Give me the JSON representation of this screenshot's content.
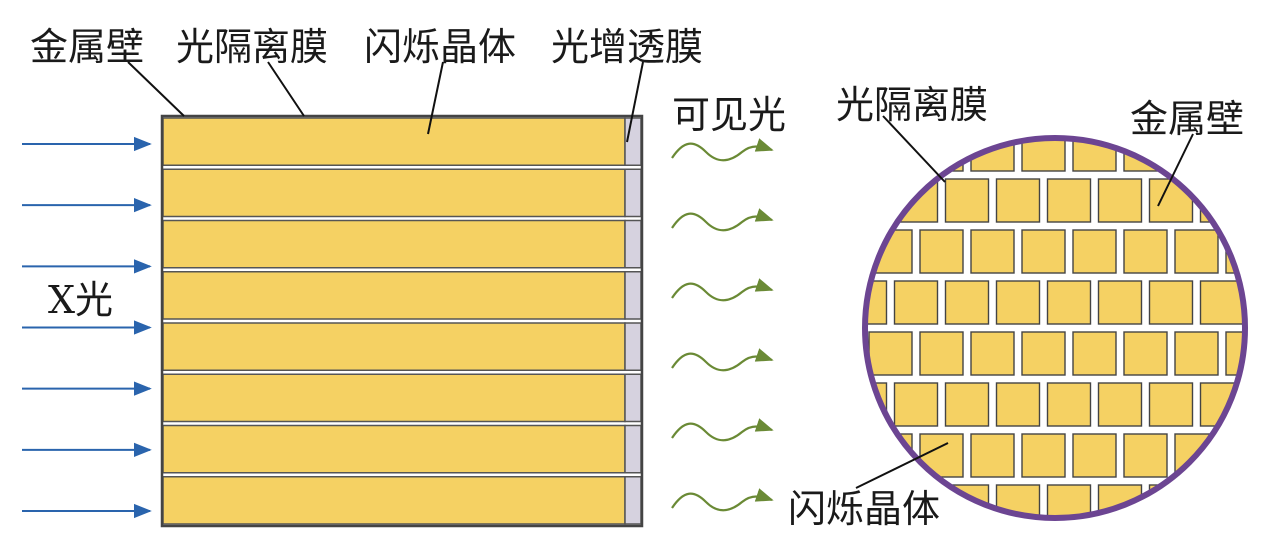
{
  "labels": {
    "metal_wall_top": "金属壁",
    "separation_film_top": "光隔离膜",
    "scintillator_top": "闪烁晶体",
    "antireflection_film": "光增透膜",
    "visible_light": "可见光",
    "xray": "X光",
    "separation_film_right": "光隔离膜",
    "metal_wall_right": "金属壁",
    "scintillator_bottom": "闪烁晶体"
  },
  "structure": {
    "crystal_layers": 8,
    "xray_arrows": 7,
    "visible_light_waves": 6,
    "grid_rows": 8,
    "grid_cols": 8
  },
  "colors": {
    "crystal_fill": "#f5d163",
    "crystal_stroke": "#555555",
    "film_fill": "#d6d2df",
    "xray_arrow": "#2a64ad",
    "wave": "#6a8a35",
    "circle_border": "#6c4592",
    "grid_gap": "#ffffff",
    "leader_line": "#111111"
  }
}
